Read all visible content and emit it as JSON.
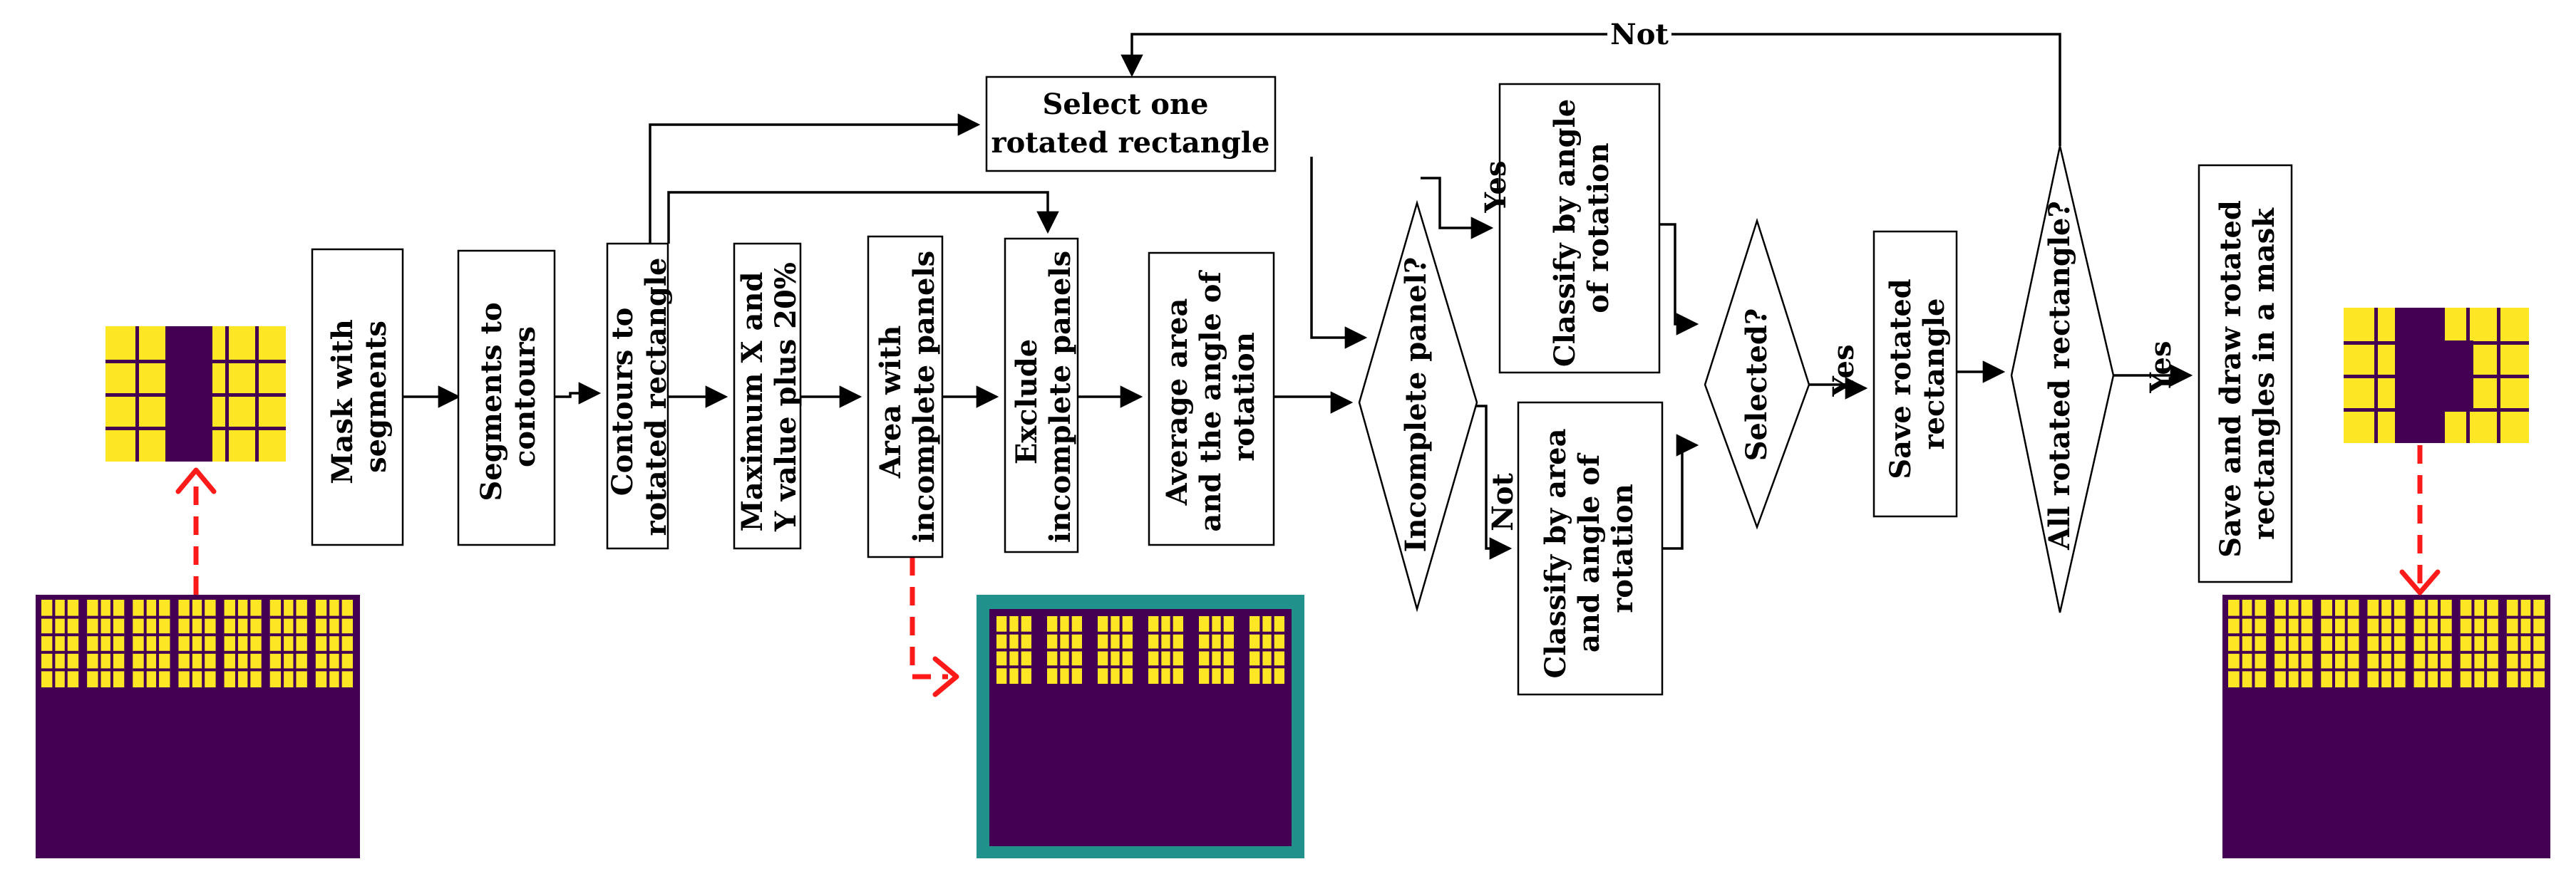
{
  "steps": {
    "mask": [
      "Mask with",
      "segments"
    ],
    "contours": [
      "Segments to",
      "contours"
    ],
    "rotrect": [
      "Contours to",
      "rotated rectangle"
    ],
    "maxxy": [
      "Maximum X and",
      "Y value plus 20%"
    ],
    "area": [
      "Area with",
      "incomplete panels"
    ],
    "exclude": [
      "Exclude",
      "incomplete panels"
    ],
    "average": [
      "Average area",
      "and the angle of",
      "rotation"
    ],
    "select": [
      "Select one",
      "rotated rectangle"
    ],
    "classify_angle": [
      "Classify by angle",
      "of rotation"
    ],
    "classify_area": [
      "Classify by area",
      "and angle of",
      "rotation"
    ],
    "save": [
      "Save rotated",
      "rectangle"
    ],
    "save_draw": [
      "Save and draw rotated",
      "rectangles in a mask"
    ]
  },
  "decisions": {
    "incomplete": "Incomplete panel?",
    "selected": "Selected?",
    "all": "All rotated rectangle?"
  },
  "edge_labels": {
    "yes_incomplete": "Yes",
    "not_incomplete": "Not",
    "yes_selected": "Yes",
    "yes_all": "Yes",
    "not_all": "Not"
  },
  "colors": {
    "mask_background": "#440154",
    "panel": "#fde725",
    "highlight_frame": "#21918c",
    "dashed_arrow": "#ff1a1a"
  }
}
